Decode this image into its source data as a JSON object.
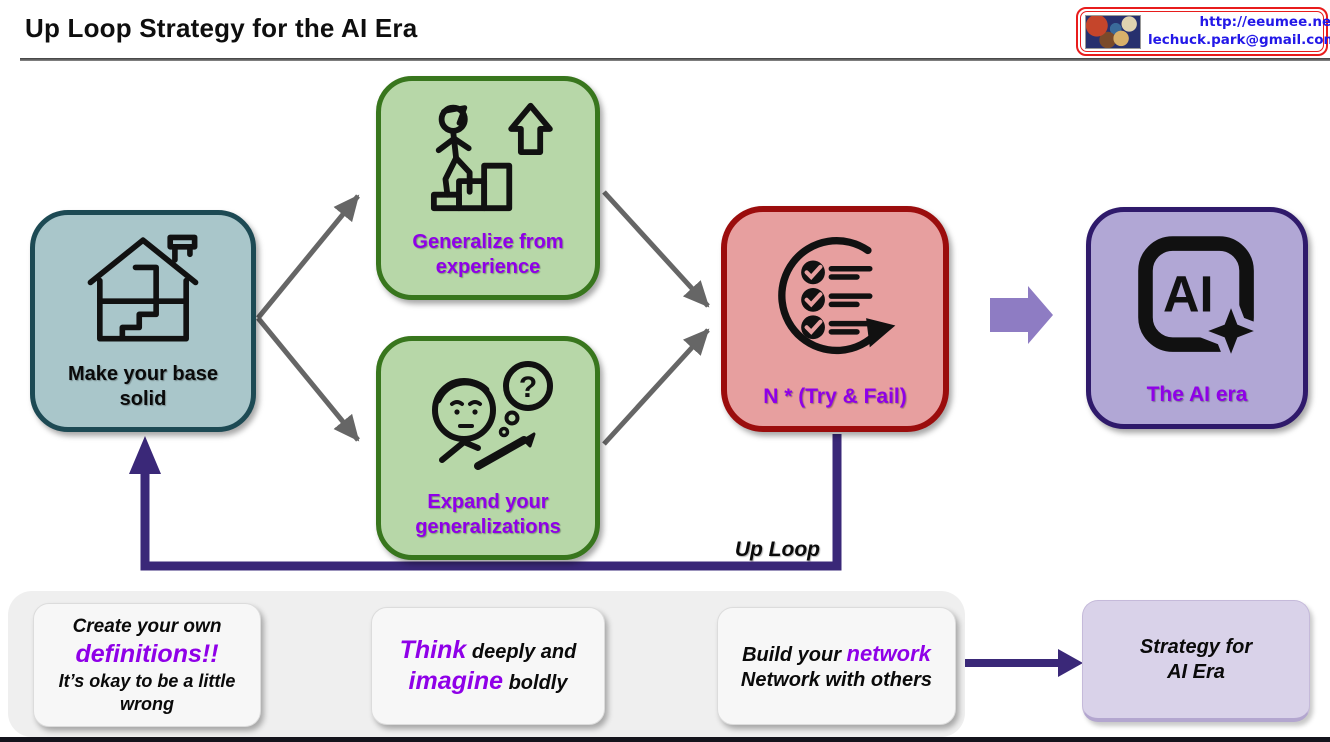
{
  "header": {
    "title": "Up Loop Strategy for the AI Era",
    "badge": {
      "url": "http://eeumee.net",
      "email": "lechuck.park@gmail.com"
    }
  },
  "diagram": {
    "nodes": {
      "base": {
        "label": "Make your base solid"
      },
      "generalize": {
        "label": "Generalize from experience"
      },
      "expand": {
        "label": "Expand your generalizations",
        "icon_text": "?"
      },
      "tryfail": {
        "label": "N * (Try & Fail)"
      },
      "aiera": {
        "label": "The AI era",
        "icon_text": "AI"
      }
    },
    "loop_label": "Up Loop"
  },
  "bottom": {
    "card1": {
      "line1": "Create your own",
      "line2": "definitions!!",
      "line3": "It’s okay to be a little wrong"
    },
    "card2": {
      "seg1": "Think",
      "seg2": " deeply and",
      "seg3": "imagine",
      "seg4": " boldly"
    },
    "card3": {
      "seg1": "Build your ",
      "seg2": "network",
      "line2": "Network with others"
    },
    "result": {
      "line1": "Strategy for",
      "line2": "AI Era"
    }
  },
  "colors": {
    "purple_text": "#8f00e8",
    "loop_purple": "#3a2878",
    "arrow_gray": "#666666",
    "base_fill": "#a9c6ca",
    "base_border": "#1d4a54",
    "green_fill": "#b7d7a8",
    "green_border": "#38761d",
    "red_fill": "#e79f9f",
    "red_border": "#9b0d0d",
    "ai_fill": "#b1a7d5",
    "ai_border": "#2f1a6b",
    "block_arrow": "#8e7cc3",
    "badge_red": "#e81c1c",
    "badge_blue": "#2318e8"
  }
}
